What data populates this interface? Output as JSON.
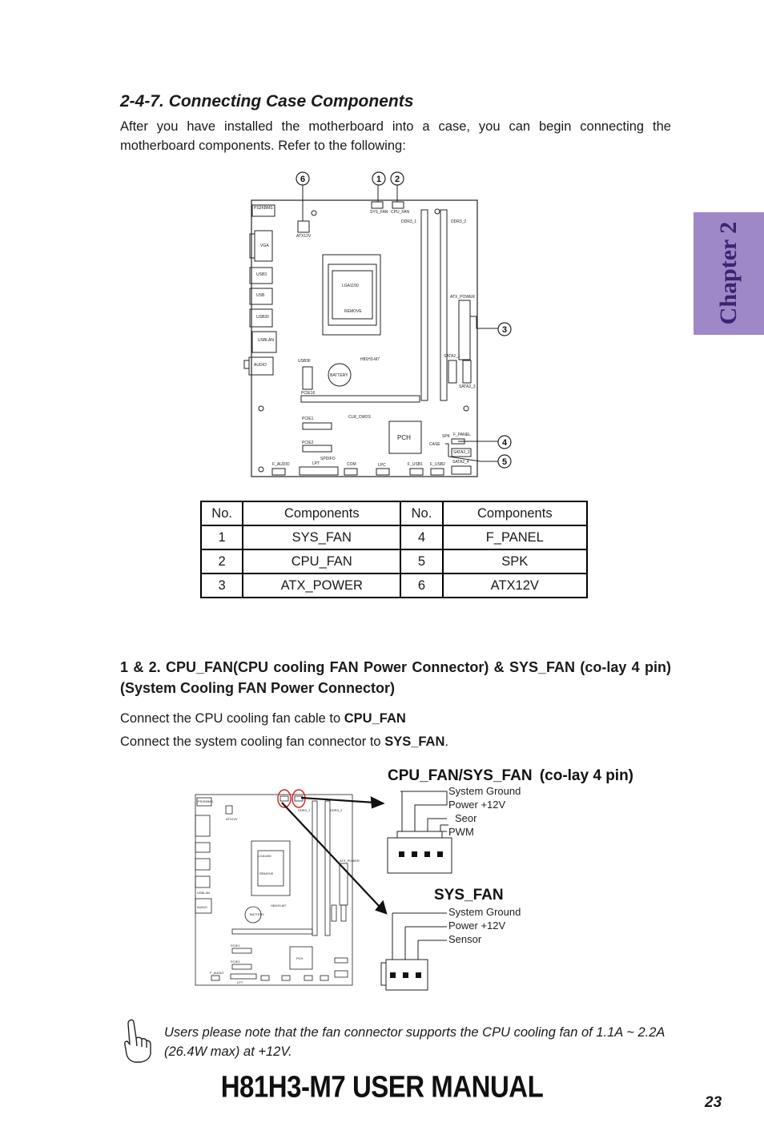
{
  "section": {
    "title": "2-4-7. Connecting Case Components",
    "intro": "After you have installed the motherboard into a case, you can begin connecting the motherboard components. Refer to the following:"
  },
  "chapter_tab": "Chapter 2",
  "board_diagram": {
    "callouts": [
      "6",
      "1",
      "2",
      "3",
      "4",
      "5"
    ],
    "labels": {
      "ps2": "PS2KBMS",
      "vga": "VGA",
      "usb3": "USB3",
      "usb": "USB",
      "usb30": "USB30",
      "usblan": "USBLAN",
      "audio": "AUDIO",
      "atx12v": "ATX12V",
      "sys_fan": "SYS_FAN",
      "cpu_fan": "CPU_FAN",
      "ddr3_1": "DDR3_1",
      "ddr3_2": "DDR3_2",
      "lga": "LGA1150",
      "remove": "REMOVE",
      "atx_power": "ATX_POWER",
      "model": "H81H3-M7",
      "usb3f": "USB3F",
      "battery": "BATTERY",
      "pcie16": "PCIE16",
      "sata2_1": "SATA2_1",
      "sata2_3": "SATA2_3",
      "clr_cmos": "CLR_CMOS",
      "pcie1": "PCIE1",
      "pch": "PCH",
      "spk": "SPK",
      "case": "CASE",
      "f_panel": "F_PANEL",
      "pcie2": "PCIE2",
      "sata2_2": "SATA2_2",
      "spdif": "SPDIFO",
      "f_audio": "F_AUDIO",
      "lpt": "LPT",
      "com": "COM",
      "lpc": "LPC",
      "f_usb1": "F_USB1",
      "f_usb2": "F_USB2",
      "sata2_4": "SATA2_4"
    }
  },
  "components_table": {
    "headers": [
      "No.",
      "Components",
      "No.",
      "Components"
    ],
    "rows": [
      [
        "1",
        "SYS_FAN",
        "4",
        "F_PANEL"
      ],
      [
        "2",
        "CPU_FAN",
        "5",
        "SPK"
      ],
      [
        "3",
        "ATX_POWER",
        "6",
        "ATX12V"
      ]
    ]
  },
  "fan_section": {
    "heading": "1 & 2. CPU_FAN(CPU cooling FAN Power Connector)  & SYS_FAN (co-lay 4 pin)(System Cooling FAN Power Connector)",
    "line1_prefix": "Connect the CPU cooling fan cable to ",
    "line1_bold": "CPU_FAN",
    "line2_prefix": "Connect the system cooling fan connector to ",
    "line2_bold": "SYS_FAN",
    "line2_suffix": "."
  },
  "fan_figure": {
    "cpu_title": "CPU_FAN/SYS_FAN",
    "cpu_title_suffix": "(co-lay 4 pin)",
    "cpu_pins": [
      "System Ground",
      "Power +12V",
      "Seor",
      "PWM"
    ],
    "sys_title": "SYS_FAN",
    "sys_pins": [
      "System Ground",
      "Power +12V",
      "Sensor"
    ]
  },
  "note": {
    "text": "Users please note that the fan connector supports the CPU cooling fan of 1.1A ~ 2.2A (26.4W max) at +12V."
  },
  "footer": {
    "title": "H81H3-M7 USER MANUAL",
    "page": "23"
  },
  "colors": {
    "chapter_tab": "#9e88c8",
    "chapter_text": "#3b2470",
    "highlight": "#cc2020"
  }
}
